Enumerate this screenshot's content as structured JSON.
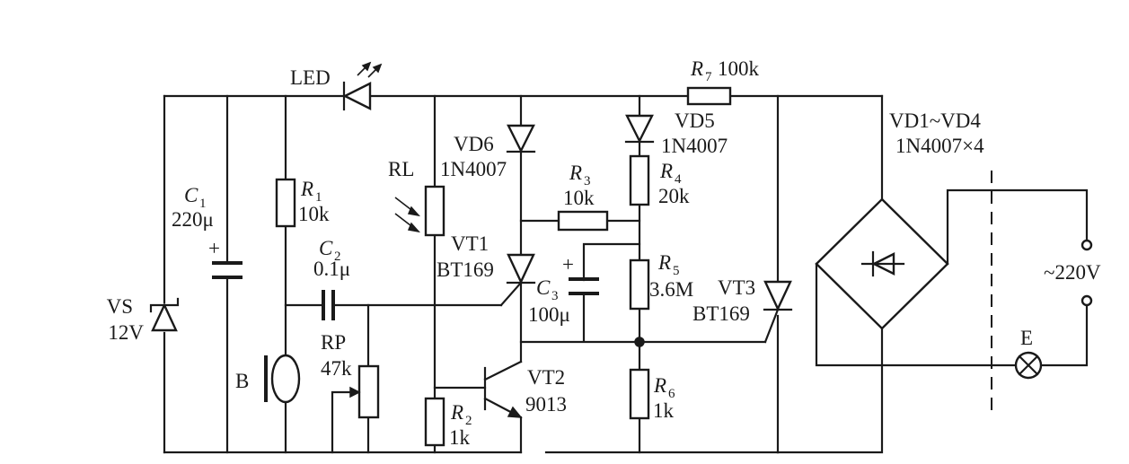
{
  "components": {
    "vs": {
      "name": "VS",
      "value": "12V"
    },
    "c1": {
      "name": "C",
      "sub": "1",
      "value": "220μ",
      "polarity": "+"
    },
    "r1": {
      "name": "R",
      "sub": "1",
      "value": "10k"
    },
    "c2": {
      "name": "C",
      "sub": "2",
      "value": "0.1μ"
    },
    "b": {
      "name": "B"
    },
    "rp": {
      "name": "RP",
      "value": "47k"
    },
    "led": {
      "name": "LED"
    },
    "rl": {
      "name": "RL"
    },
    "r2": {
      "name": "R",
      "sub": "2",
      "value": "1k"
    },
    "vd6": {
      "name": "VD6",
      "value": "1N4007"
    },
    "vt1": {
      "name": "VT1",
      "value": "BT169"
    },
    "vt2": {
      "name": "VT2",
      "value": "9013"
    },
    "r3": {
      "name": "R",
      "sub": "3",
      "value": "10k"
    },
    "c3": {
      "name": "C",
      "sub": "3",
      "value": "100μ",
      "polarity": "+"
    },
    "vd5": {
      "name": "VD5",
      "value": "1N4007"
    },
    "r4": {
      "name": "R",
      "sub": "4",
      "value": "20k"
    },
    "r5": {
      "name": "R",
      "sub": "5",
      "value": "3.6M"
    },
    "r6": {
      "name": "R",
      "sub": "6",
      "value": "1k"
    },
    "r7": {
      "name": "R",
      "sub": "7",
      "value": "100k"
    },
    "vt3": {
      "name": "VT3",
      "value": "BT169"
    },
    "bridge": {
      "name": "VD1~VD4",
      "value": "1N4007×4"
    },
    "mains": {
      "value": "~220V"
    },
    "lamp": {
      "name": "E"
    }
  }
}
